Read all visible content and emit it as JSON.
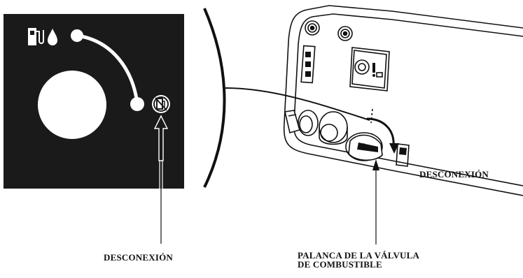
{
  "labels": {
    "off_left": "DESCONEXIÓN",
    "off_right": "DESCONEXIÓN",
    "valve_line1": "PALANCA DE LA VÁLVULA",
    "valve_line2": "DE COMBUSTIBLE"
  },
  "colors": {
    "panel": "#1a1a1a",
    "ink": "#111111",
    "paper": "#ffffff"
  },
  "icons": {
    "fuel_on": "fuel-pump-with-drop-icon",
    "fuel_off": "fuel-pump-crossed-out-icon"
  }
}
